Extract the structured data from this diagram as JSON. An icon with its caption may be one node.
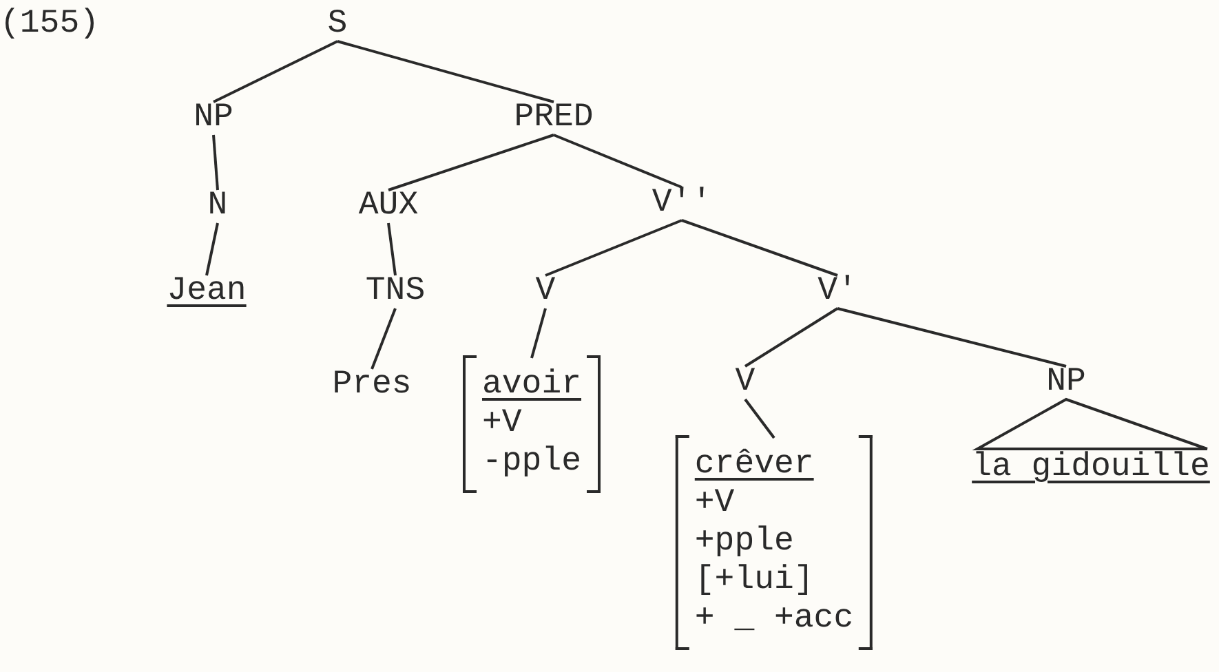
{
  "diagram": {
    "nodes": [
      {
        "text": [
          "S"
        ]
      },
      {
        "text": [
          "NP"
        ]
      },
      {
        "text": [
          "PRED"
        ]
      },
      {
        "text": [
          "N"
        ]
      },
      {
        "text": [
          "AUX"
        ]
      },
      {
        "text": [
          "V''"
        ]
      },
      {
        "text": [
          "Jean"
        ]
      },
      {
        "text": [
          "TNS"
        ]
      },
      {
        "text": [
          "V"
        ]
      },
      {
        "text": [
          "V'"
        ]
      },
      {
        "text": [
          "Pres"
        ]
      },
      {
        "text": [
          "avoir",
          "+V",
          "-pple"
        ]
      },
      {
        "text": [
          "V"
        ]
      },
      {
        "text": [
          "NP"
        ]
      },
      {
        "text": [
          "crêver",
          "+V",
          "+pple",
          "[+lui]",
          "+ _ +acc"
        ]
      },
      {
        "text": [
          "la gidouille"
        ]
      }
    ],
    "edges": [
      {
        "from": 0,
        "to": 1,
        "arrow": "none"
      },
      {
        "from": 0,
        "to": 2,
        "arrow": "none"
      },
      {
        "from": 1,
        "to": 3,
        "arrow": "none"
      },
      {
        "from": 3,
        "to": 6,
        "arrow": "none"
      },
      {
        "from": 2,
        "to": 4,
        "arrow": "none"
      },
      {
        "from": 2,
        "to": 5,
        "arrow": "none"
      },
      {
        "from": 4,
        "to": 7,
        "arrow": "none"
      },
      {
        "from": 7,
        "to": 10,
        "arrow": "none"
      },
      {
        "from": 5,
        "to": 8,
        "arrow": "none"
      },
      {
        "from": 5,
        "to": 9,
        "arrow": "none"
      },
      {
        "from": 8,
        "to": 11,
        "arrow": "none"
      },
      {
        "from": 9,
        "to": 12,
        "arrow": "none"
      },
      {
        "from": 9,
        "to": 13,
        "arrow": "none"
      },
      {
        "from": 12,
        "to": 14,
        "arrow": "none"
      },
      {
        "from": 13,
        "to": 15,
        "arrow": "none"
      }
    ],
    "labels": [
      "(155)"
    ]
  }
}
